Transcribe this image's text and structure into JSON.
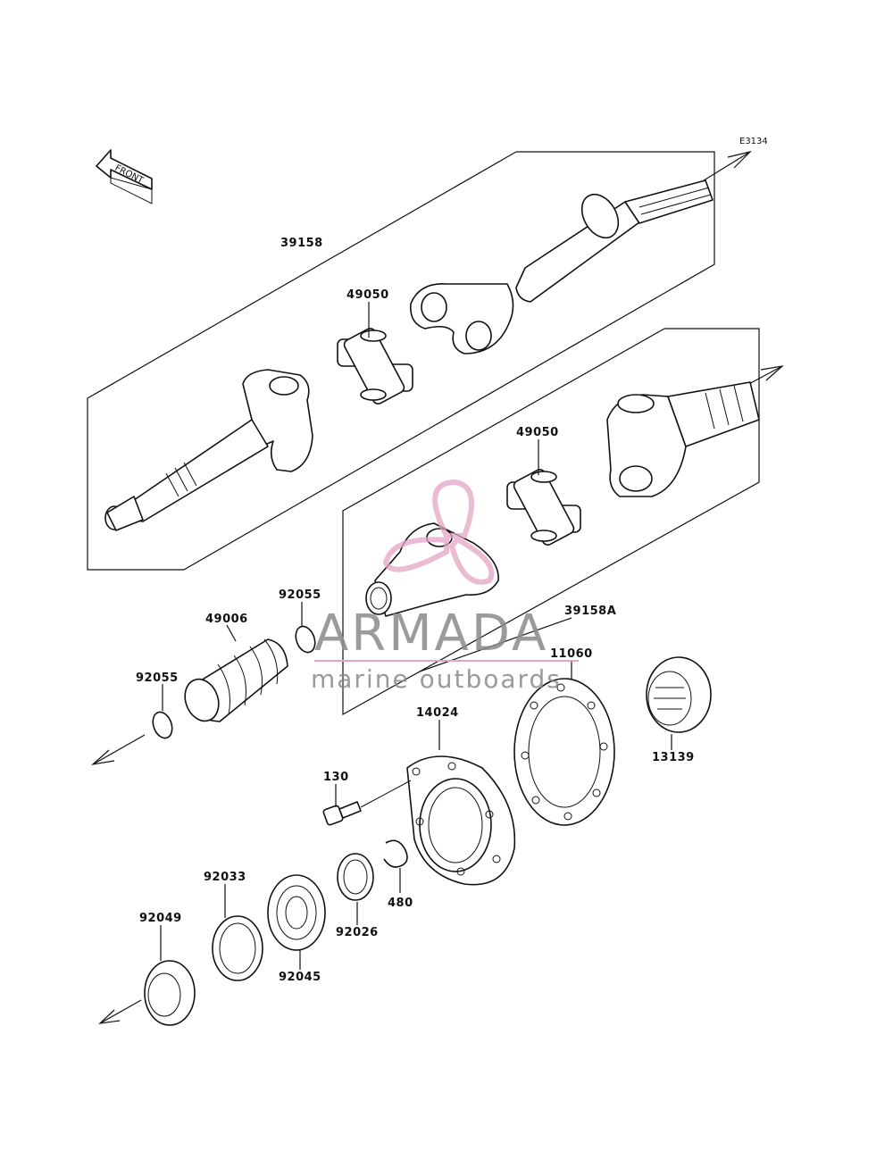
{
  "diagram_code": "E3134",
  "front_label": "FRONT",
  "watermark": {
    "brand": "ARMADA",
    "tagline": "marine outboards",
    "accent_color": "#e3a5c3",
    "text_color": "#8a8a8a"
  },
  "parts": [
    {
      "id": "39158",
      "label": "39158"
    },
    {
      "id": "49050-upper",
      "label": "49050"
    },
    {
      "id": "49050-lower",
      "label": "49050"
    },
    {
      "id": "92055-right",
      "label": "92055"
    },
    {
      "id": "49006",
      "label": "49006"
    },
    {
      "id": "92055-left",
      "label": "92055"
    },
    {
      "id": "39158A",
      "label": "39158A"
    },
    {
      "id": "11060",
      "label": "11060"
    },
    {
      "id": "14024",
      "label": "14024"
    },
    {
      "id": "13139",
      "label": "13139"
    },
    {
      "id": "130",
      "label": "130"
    },
    {
      "id": "480",
      "label": "480"
    },
    {
      "id": "92033",
      "label": "92033"
    },
    {
      "id": "92026",
      "label": "92026"
    },
    {
      "id": "92049",
      "label": "92049"
    },
    {
      "id": "92045",
      "label": "92045"
    }
  ]
}
